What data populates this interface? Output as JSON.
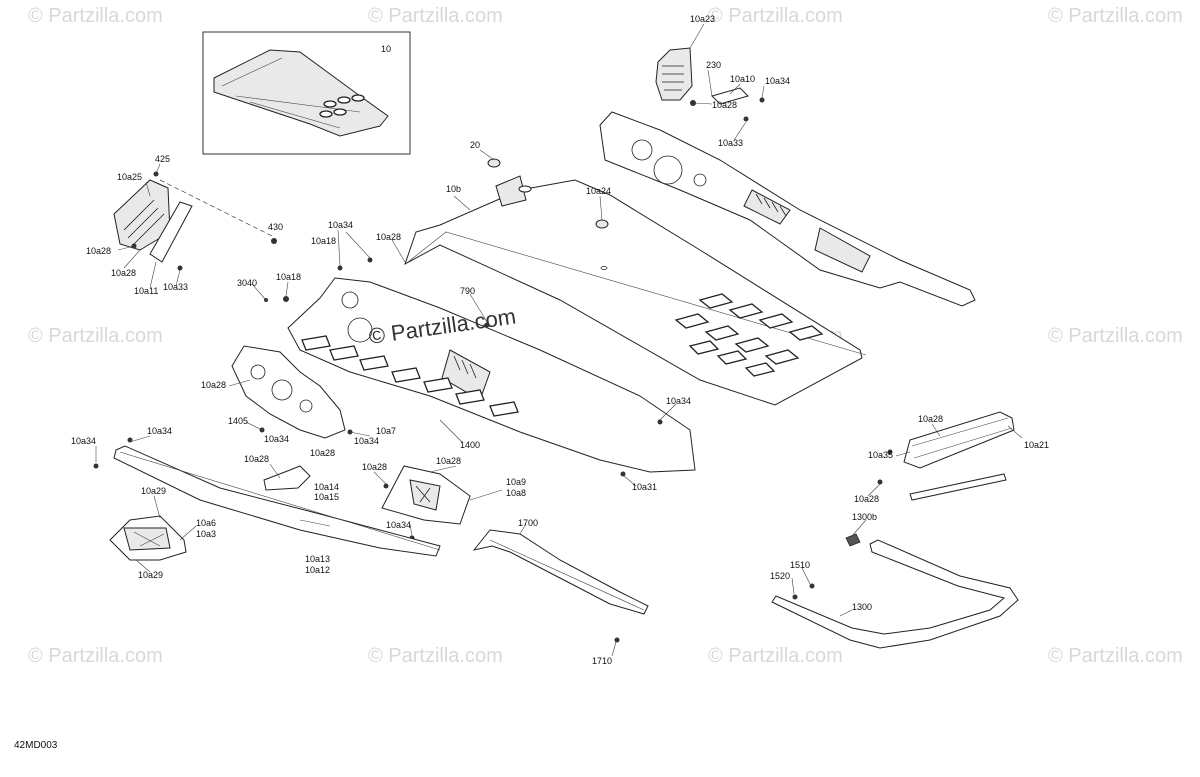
{
  "watermark": {
    "brand": "© Partzilla.com",
    "main": "© Partzilla.com"
  },
  "diagram_code": "42MD003",
  "inset": {
    "label": "10"
  },
  "callouts": {
    "c10a23": "10a23",
    "c230": "230",
    "c10a10": "10a10",
    "c10a34_top": "10a34",
    "c10a28_top": "10a28",
    "c10a33_top": "10a33",
    "c425": "425",
    "c10a25": "10a25",
    "c10a28_l1": "10a28",
    "c10a28_l2": "10a28",
    "c10a11": "10a11",
    "c10a33_l": "10a33",
    "c430": "430",
    "c20": "20",
    "c10b": "10b",
    "c10a24": "10a24",
    "c10a34_m": "10a34",
    "c10a18_a": "10a18",
    "c10a28_m": "10a28",
    "c3040": "3040",
    "c10a18_b": "10a18",
    "c790": "790",
    "c10a28_p": "10a28",
    "c1405": "1405",
    "c10a34_p1": "10a34",
    "c10a34_p2": "10a34",
    "c10a7": "10a7",
    "c10a28_p2": "10a28",
    "c1400": "1400",
    "c10a34_r": "10a34",
    "c10a31": "10a31",
    "c10a34_rail": "10a34",
    "c10a34_rail2": "10a34",
    "c10a28_b1": "10a28",
    "c10a14": "10a14",
    "c10a15": "10a15",
    "c10a28_b2": "10a28",
    "c10a28_b3": "10a28",
    "c10a9": "10a9",
    "c10a8": "10a8",
    "c10a34_b": "10a34",
    "c10a29_a": "10a29",
    "c10a6": "10a6",
    "c10a3": "10a3",
    "c10a29_b": "10a29",
    "c10a13": "10a13",
    "c10a12": "10a12",
    "c1700": "1700",
    "c1710": "1710",
    "c10a28_r1": "10a28",
    "c10a21": "10a21",
    "c10a35": "10a35",
    "c10a28_r2": "10a28",
    "c1300b": "1300b",
    "c1510": "1510",
    "c1520": "1520",
    "c1300": "1300"
  }
}
